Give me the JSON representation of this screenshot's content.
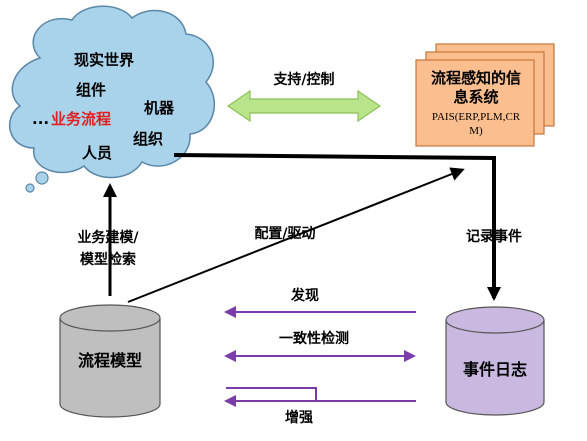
{
  "colors": {
    "cloud_fill": "#a9d3ea",
    "cloud_stroke": "#5a86a8",
    "doc_fill": "#fbbf8f",
    "doc_stroke": "#c8743a",
    "double_arrow": "#b9e48a",
    "purple_arrow": "#7a3ca8",
    "cylinder_fill": "#bfbfbf",
    "cylinder2_fill": "#c9b9e0",
    "red_text": "#e02020"
  },
  "cloud": {
    "title": "现实世界",
    "components": "组件",
    "machines": "机器",
    "ellipsis": "...",
    "process": "业务流程",
    "organization": "组织",
    "people": "人员"
  },
  "pais": {
    "title_line1": "流程感知的信",
    "title_line2": "息系统",
    "sub_line1": "PAIS(ERP,PLM,CR",
    "sub_line2": "M)"
  },
  "labels": {
    "support_control": "支持/控制",
    "modeling_line1": "业务建模/",
    "modeling_line2": "模型检索",
    "config_drive": "配置/驱动",
    "record_events": "记录事件",
    "discovery": "发现",
    "conformance": "一致性检测",
    "enhancement": "增强"
  },
  "cylinders": {
    "process_model": "流程模型",
    "event_log": "事件日志"
  }
}
